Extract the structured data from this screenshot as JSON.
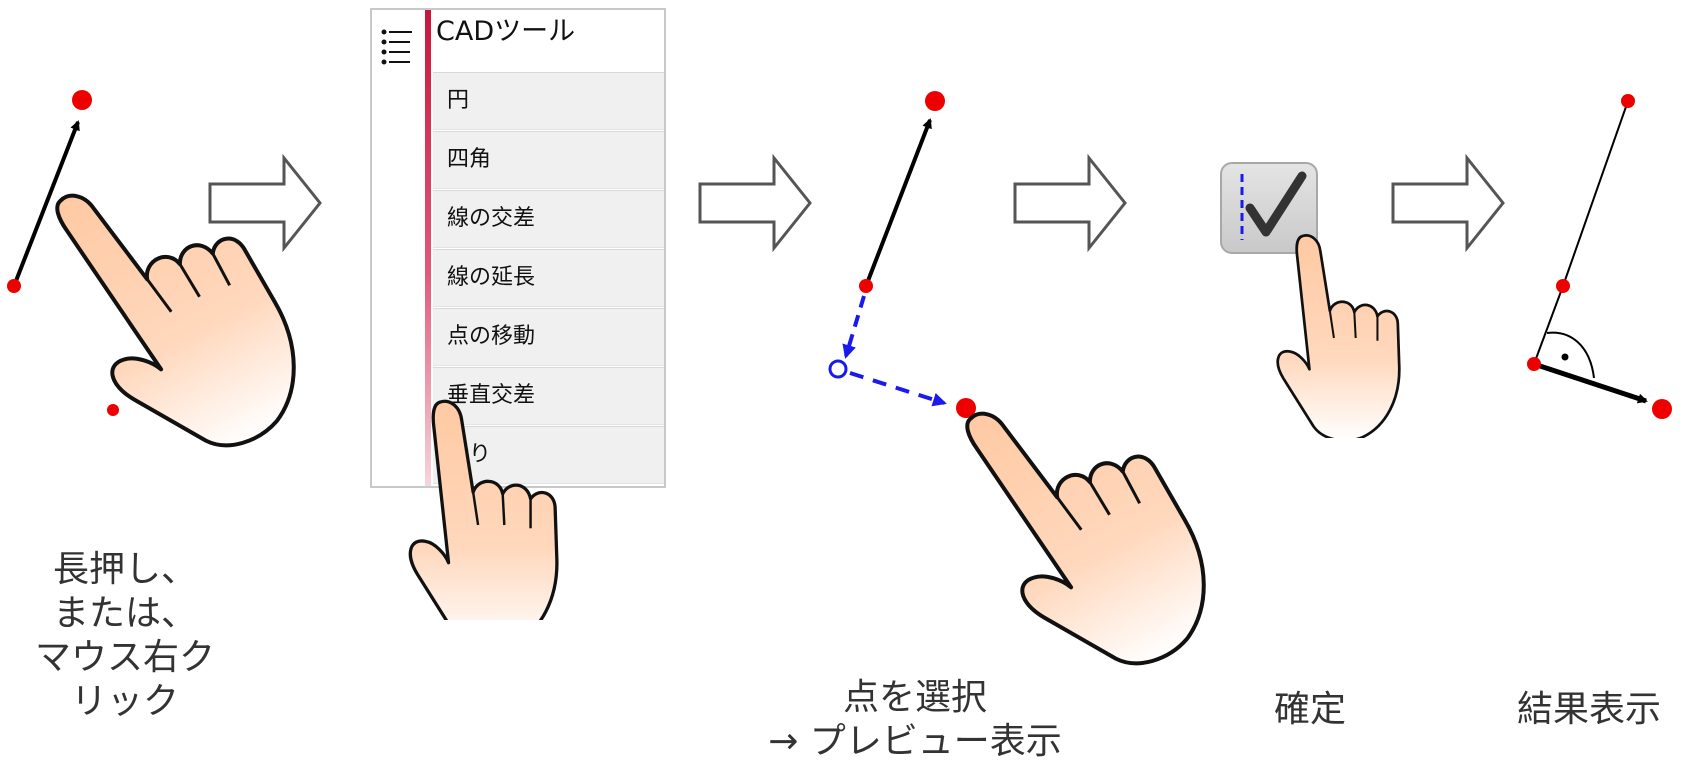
{
  "menu": {
    "title": "CADツール",
    "items": [
      {
        "label": "円"
      },
      {
        "label": "四角"
      },
      {
        "label": "線の交差"
      },
      {
        "label": "線の延長"
      },
      {
        "label": "点の移動"
      },
      {
        "label": "垂直交差"
      },
      {
        "label": "折り"
      }
    ],
    "accent_color": "#d9234c"
  },
  "captions": {
    "step1": [
      "長押し、",
      "または、",
      "マウス右ク",
      "リック"
    ],
    "step3": [
      "点を選択",
      "→ プレビュー表示"
    ],
    "step4": "確定",
    "step5": "結果表示"
  },
  "colors": {
    "point": "#ee0000",
    "arrow": "#000000",
    "preview": "#1a1aee",
    "hand_fill": "#ffd2b0",
    "process_arrow_stroke": "#555555"
  },
  "icons": {
    "menu": "list-menu-icon",
    "confirm": "checkmark-icon",
    "hand": "pointing-hand-icon",
    "process_arrow": "right-outline-arrow-icon"
  }
}
